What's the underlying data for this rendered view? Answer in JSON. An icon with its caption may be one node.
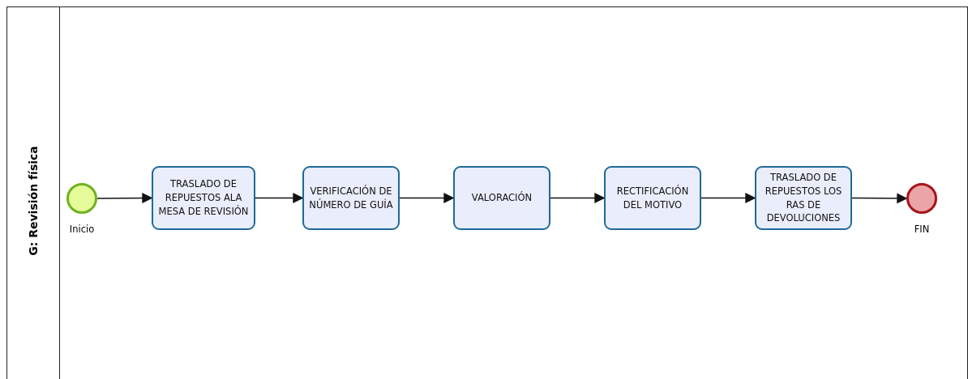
{
  "diagram": {
    "nodes": [
      {
        "text": [
          "G: Revisión física"
        ]
      },
      {
        "text": [],
        "shape": "circle",
        "in": 0,
        "beside": [
          "Inicio"
        ]
      },
      {
        "text": [
          "TRASLADO DE REPUESTOS ALA MESA DE REVISIÓN"
        ],
        "in": 0
      },
      {
        "text": [
          "VERIFICACIÓN DE NÚMERO DE GUÍA"
        ],
        "in": 0
      },
      {
        "text": [
          "VALORACIÓN"
        ],
        "in": 0
      },
      {
        "text": [
          "RECTIFICACIÓN DEL MOTIVO"
        ],
        "in": 0
      },
      {
        "text": [
          "TRASLADO DE REPUESTOS LOS RAS DE DEVOLUCIONES"
        ],
        "in": 0
      },
      {
        "text": [],
        "shape": "circle",
        "in": 0,
        "beside": [
          "FIN"
        ]
      }
    ],
    "edges": [
      {
        "from": 1,
        "to": 2,
        "arrow": "to"
      },
      {
        "from": 2,
        "to": 3,
        "arrow": "to"
      },
      {
        "from": 3,
        "to": 4,
        "arrow": "to"
      },
      {
        "from": 4,
        "to": 5,
        "arrow": "to"
      },
      {
        "from": 5,
        "to": 6,
        "arrow": "to"
      },
      {
        "from": 6,
        "to": 7,
        "arrow": "to"
      }
    ]
  }
}
